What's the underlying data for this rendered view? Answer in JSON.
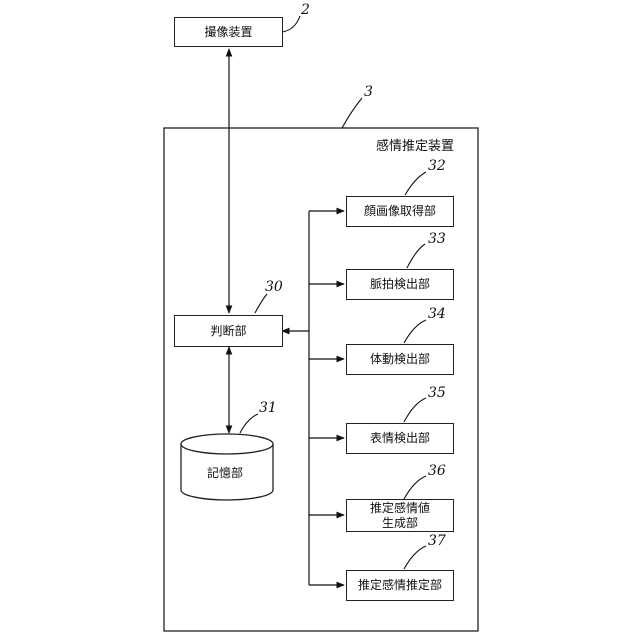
{
  "imaging_device": {
    "label": "撮像装置",
    "ref": "2"
  },
  "estimator": {
    "label": "感情推定装置",
    "ref": "3"
  },
  "judgment": {
    "label": "判断部",
    "ref": "30"
  },
  "storage": {
    "label": "記憶部",
    "ref": "31"
  },
  "face_image": {
    "label": "顔画像取得部",
    "ref": "32"
  },
  "pulse": {
    "label": "脈拍検出部",
    "ref": "33"
  },
  "body_motion": {
    "label": "体動検出部",
    "ref": "34"
  },
  "expression": {
    "label": "表情検出部",
    "ref": "35"
  },
  "estimated_value": {
    "line1": "推定感情値",
    "line2": "生成部",
    "ref": "36"
  },
  "emotion_estimator": {
    "label": "推定感情推定部",
    "ref": "37"
  }
}
